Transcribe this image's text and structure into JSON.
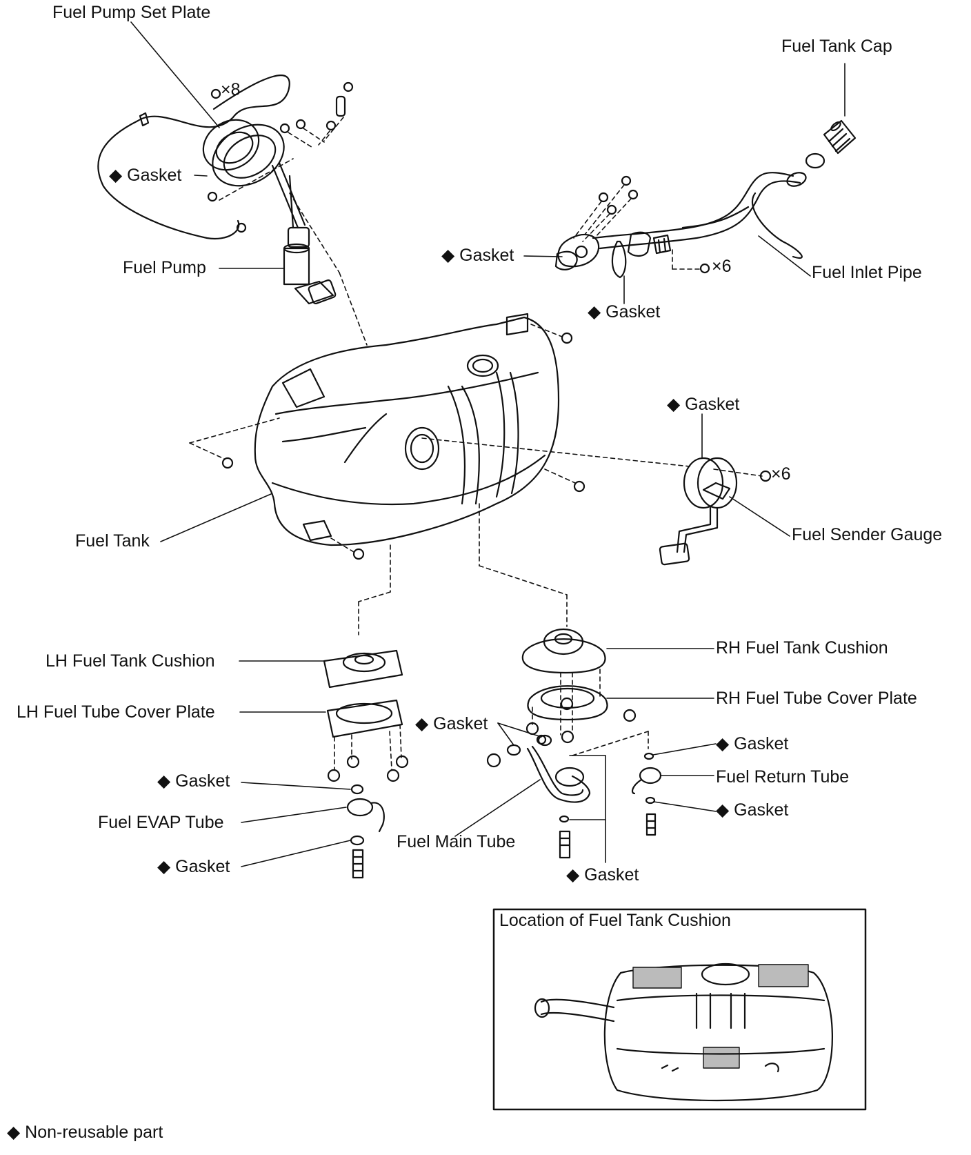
{
  "labels": {
    "fuel_pump_set_plate": "Fuel Pump Set Plate",
    "gasket_pump": "◆ Gasket",
    "fuel_pump": "Fuel Pump",
    "x8": "×8",
    "fuel_tank_cap": "Fuel Tank Cap",
    "gasket_inlet_left": "◆ Gasket",
    "gasket_inlet_mid": "◆ Gasket",
    "x6_inlet": "×6",
    "fuel_inlet_pipe": "Fuel Inlet Pipe",
    "fuel_tank": "Fuel Tank",
    "gasket_sender": "◆ Gasket",
    "x6_sender": "×6",
    "fuel_sender_gauge": "Fuel Sender Gauge",
    "lh_cushion": "LH Fuel Tank Cushion",
    "lh_cover_plate": "LH Fuel Tube Cover Plate",
    "gasket_lh_top": "◆ Gasket",
    "fuel_evap_tube": "Fuel EVAP Tube",
    "gasket_lh_bottom": "◆ Gasket",
    "rh_cushion": "RH Fuel Tank Cushion",
    "rh_cover_plate": "RH Fuel Tube Cover Plate",
    "gasket_main_top": "◆ Gasket",
    "fuel_main_tube": "Fuel Main Tube",
    "gasket_main_bottom": "◆ Gasket",
    "gasket_return_top": "◆ Gasket",
    "fuel_return_tube": "Fuel Return Tube",
    "gasket_return_bottom": "◆ Gasket",
    "inset_title": "Location of Fuel Tank Cushion"
  },
  "legend": {
    "non_reusable": "◆ Non-reusable part"
  }
}
